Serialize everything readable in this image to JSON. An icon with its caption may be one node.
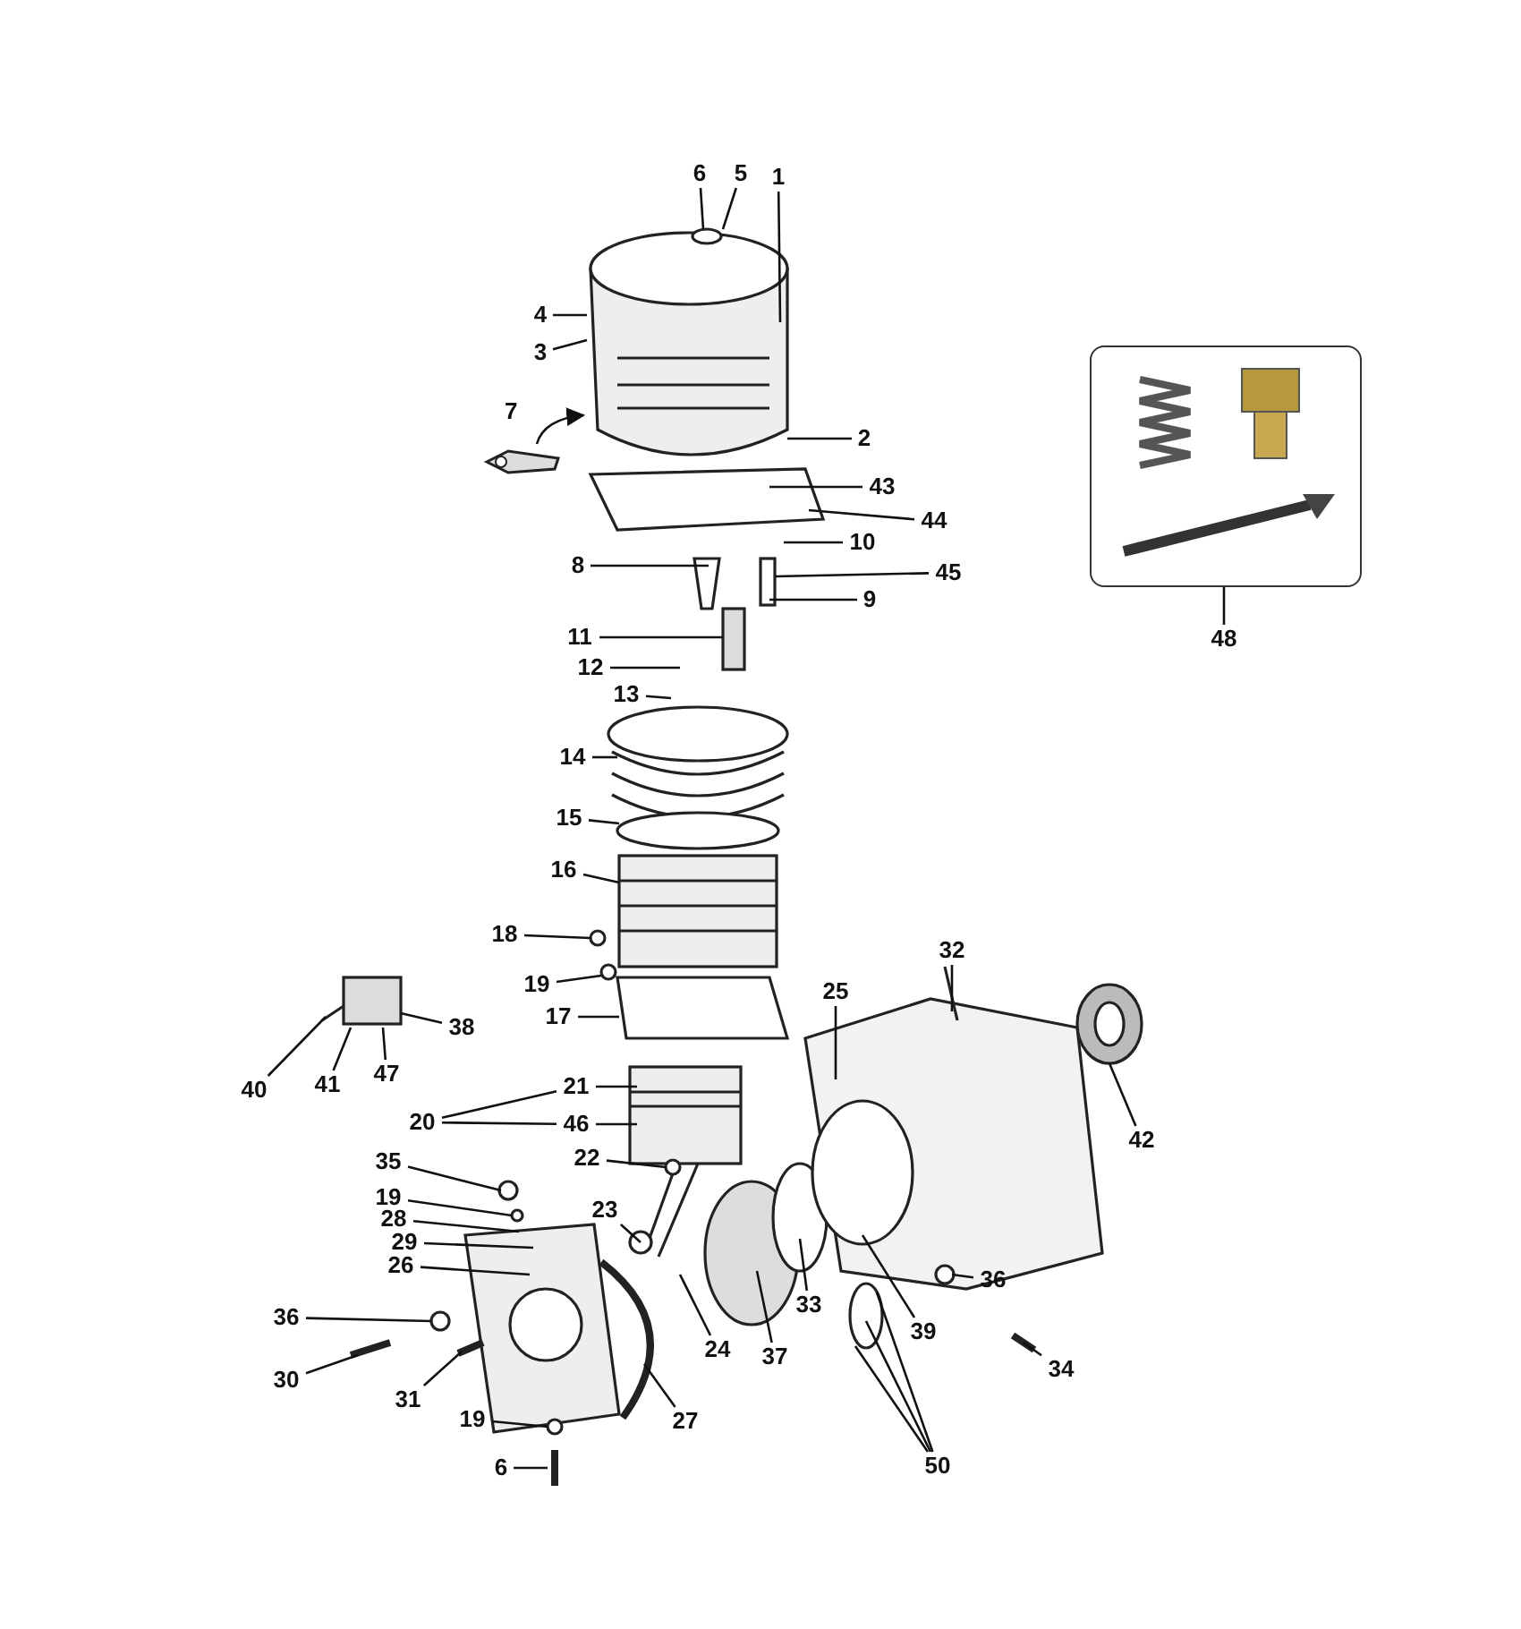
{
  "diagram": {
    "nodes": [
      {
        "text": [
          "6"
        ]
      },
      {
        "text": [
          "5"
        ]
      },
      {
        "text": [
          "1"
        ]
      },
      {
        "text": [
          "4"
        ]
      },
      {
        "text": [
          "3"
        ]
      },
      {
        "text": [],
        "shape": "box"
      },
      {
        "text": [],
        "shape": "picture",
        "beside": [
          "7"
        ]
      },
      {
        "text": [
          "2"
        ]
      },
      {
        "text": [
          "43"
        ]
      },
      {
        "text": [
          "44"
        ]
      },
      {
        "text": [
          "10"
        ]
      },
      {
        "text": [
          "8"
        ]
      },
      {
        "text": [
          "45"
        ]
      },
      {
        "text": [
          "9"
        ]
      },
      {
        "text": [
          "48"
        ]
      },
      {
        "text": [
          "11"
        ]
      },
      {
        "text": [
          "12"
        ]
      },
      {
        "text": [
          "13"
        ]
      },
      {
        "text": [
          "14"
        ]
      },
      {
        "text": [
          "15"
        ]
      },
      {
        "text": [
          "16"
        ]
      },
      {
        "text": [
          "18"
        ]
      },
      {
        "text": [
          "19"
        ]
      },
      {
        "text": [
          "32"
        ]
      },
      {
        "text": [
          "25"
        ]
      },
      {
        "text": [
          "17"
        ]
      },
      {
        "text": [
          "38"
        ]
      },
      {
        "text": [
          "40"
        ]
      },
      {
        "text": [
          "41"
        ]
      },
      {
        "text": [
          "47"
        ]
      },
      {
        "text": [
          "21"
        ]
      },
      {
        "text": [
          "46"
        ]
      },
      {
        "text": [
          "20"
        ]
      },
      {
        "text": [
          "42"
        ]
      },
      {
        "text": [
          "22"
        ]
      },
      {
        "text": [
          "35"
        ]
      },
      {
        "text": [
          "19"
        ]
      },
      {
        "text": [
          "23"
        ]
      },
      {
        "text": [
          "28"
        ]
      },
      {
        "text": [
          "29"
        ]
      },
      {
        "text": [
          "26"
        ]
      },
      {
        "text": [
          "36"
        ]
      },
      {
        "text": [
          "36"
        ]
      },
      {
        "text": [
          "24"
        ]
      },
      {
        "text": [
          "37"
        ]
      },
      {
        "text": [
          "33"
        ]
      },
      {
        "text": [
          "39"
        ]
      },
      {
        "text": [
          "34"
        ]
      },
      {
        "text": [
          "30"
        ]
      },
      {
        "text": [
          "31"
        ]
      },
      {
        "text": [
          "27"
        ]
      },
      {
        "text": [
          "19"
        ]
      },
      {
        "text": [
          "6"
        ]
      },
      {
        "text": [
          "50"
        ]
      }
    ],
    "edges": [
      {
        "from": 0,
        "to": null,
        "arrow": "none"
      },
      {
        "from": 1,
        "to": null,
        "arrow": "none"
      },
      {
        "from": 2,
        "to": null,
        "arrow": "none"
      },
      {
        "from": 3,
        "to": null,
        "arrow": "none"
      },
      {
        "from": 4,
        "to": null,
        "arrow": "none"
      },
      {
        "from": 6,
        "to": null,
        "arrow": "to"
      },
      {
        "from": 7,
        "to": null,
        "arrow": "none"
      },
      {
        "from": 8,
        "to": null,
        "arrow": "none"
      },
      {
        "from": 9,
        "to": null,
        "arrow": "none"
      },
      {
        "from": 10,
        "to": null,
        "arrow": "none"
      },
      {
        "from": 11,
        "to": null,
        "arrow": "none"
      },
      {
        "from": 12,
        "to": null,
        "arrow": "none"
      },
      {
        "from": 13,
        "to": null,
        "arrow": "none"
      },
      {
        "from": 14,
        "to": 5,
        "arrow": "none"
      },
      {
        "from": 15,
        "to": null,
        "arrow": "none"
      },
      {
        "from": 16,
        "to": null,
        "arrow": "none"
      },
      {
        "from": 17,
        "to": null,
        "arrow": "none"
      },
      {
        "from": 18,
        "to": null,
        "arrow": "none"
      },
      {
        "from": 19,
        "to": null,
        "arrow": "none"
      },
      {
        "from": 20,
        "to": null,
        "arrow": "none"
      },
      {
        "from": 21,
        "to": null,
        "arrow": "none"
      },
      {
        "from": 22,
        "to": null,
        "arrow": "none"
      },
      {
        "from": 23,
        "to": null,
        "arrow": "none"
      },
      {
        "from": 24,
        "to": null,
        "arrow": "none"
      },
      {
        "from": 25,
        "to": null,
        "arrow": "none"
      },
      {
        "from": 26,
        "to": null,
        "arrow": "none"
      },
      {
        "from": 27,
        "to": null,
        "arrow": "none"
      },
      {
        "from": 28,
        "to": null,
        "arrow": "none"
      },
      {
        "from": 29,
        "to": null,
        "arrow": "none"
      },
      {
        "from": 30,
        "to": null,
        "arrow": "none"
      },
      {
        "from": 31,
        "to": null,
        "arrow": "none"
      },
      {
        "from": 32,
        "to": 30,
        "arrow": "none"
      },
      {
        "from": 32,
        "to": 31,
        "arrow": "none"
      },
      {
        "from": 33,
        "to": null,
        "arrow": "none"
      },
      {
        "from": 34,
        "to": null,
        "arrow": "none"
      },
      {
        "from": 35,
        "to": null,
        "arrow": "none"
      },
      {
        "from": 36,
        "to": null,
        "arrow": "none"
      },
      {
        "from": 37,
        "to": null,
        "arrow": "none"
      },
      {
        "from": 38,
        "to": null,
        "arrow": "none"
      },
      {
        "from": 39,
        "to": null,
        "arrow": "none"
      },
      {
        "from": 40,
        "to": null,
        "arrow": "none"
      },
      {
        "from": 41,
        "to": null,
        "arrow": "none"
      },
      {
        "from": 42,
        "to": null,
        "arrow": "none"
      },
      {
        "from": 43,
        "to": null,
        "arrow": "none"
      },
      {
        "from": 44,
        "to": null,
        "arrow": "none"
      },
      {
        "from": 45,
        "to": null,
        "arrow": "none"
      },
      {
        "from": 46,
        "to": null,
        "arrow": "none"
      },
      {
        "from": 47,
        "to": null,
        "arrow": "none"
      },
      {
        "from": 48,
        "to": null,
        "arrow": "none"
      },
      {
        "from": 49,
        "to": null,
        "arrow": "none"
      },
      {
        "from": 50,
        "to": null,
        "arrow": "none"
      },
      {
        "from": 51,
        "to": null,
        "arrow": "none"
      },
      {
        "from": 52,
        "to": null,
        "arrow": "none"
      },
      {
        "from": 53,
        "to": null,
        "arrow": "none"
      },
      {
        "from": 53,
        "to": null,
        "arrow": "none"
      },
      {
        "from": 53,
        "to": null,
        "arrow": "none"
      }
    ]
  }
}
